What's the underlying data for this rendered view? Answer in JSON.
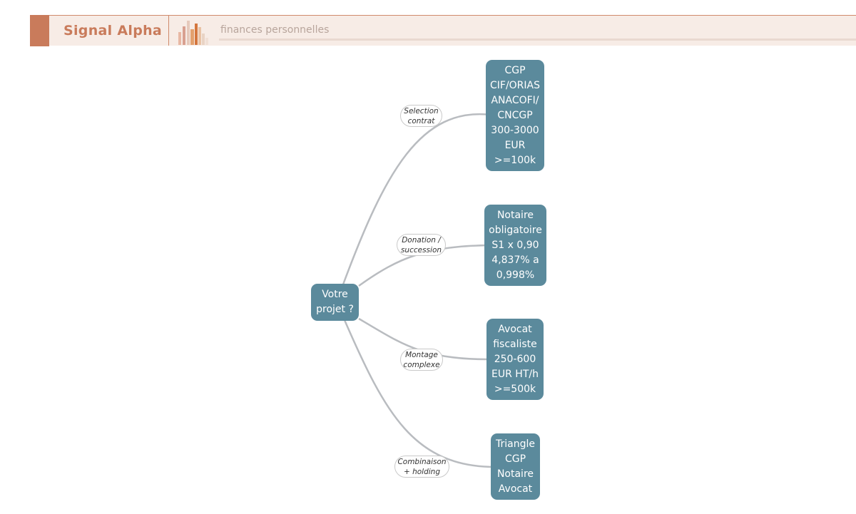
{
  "header": {
    "brand": "Signal Alpha",
    "subtitle": "finances personnelles",
    "accent_color": "#c97b5b",
    "logo_icon": "bar-chart-logo-icon"
  },
  "diagram": {
    "root": {
      "lines": [
        "Votre",
        "projet ?"
      ]
    },
    "branches": [
      {
        "edge_label": [
          "Selection",
          "contrat"
        ],
        "target": [
          "CGP",
          "CIF/ORIAS",
          "ANACOFI/",
          "CNCGP",
          "300-3000",
          "EUR",
          ">=100k"
        ]
      },
      {
        "edge_label": [
          "Donation /",
          "succession"
        ],
        "target": [
          "Notaire",
          "obligatoire",
          "S1 x 0,90",
          "4,837% a",
          "0,998%"
        ]
      },
      {
        "edge_label": [
          "Montage",
          "complexe"
        ],
        "target": [
          "Avocat",
          "fiscaliste",
          "250-600",
          "EUR HT/h",
          ">=500k"
        ]
      },
      {
        "edge_label": [
          "Combinaison",
          "+ holding"
        ],
        "target": [
          "Triangle",
          "CGP",
          "Notaire",
          "Avocat"
        ]
      }
    ],
    "node_color": "#5b8a9c",
    "edge_color": "#b9bcc0"
  }
}
